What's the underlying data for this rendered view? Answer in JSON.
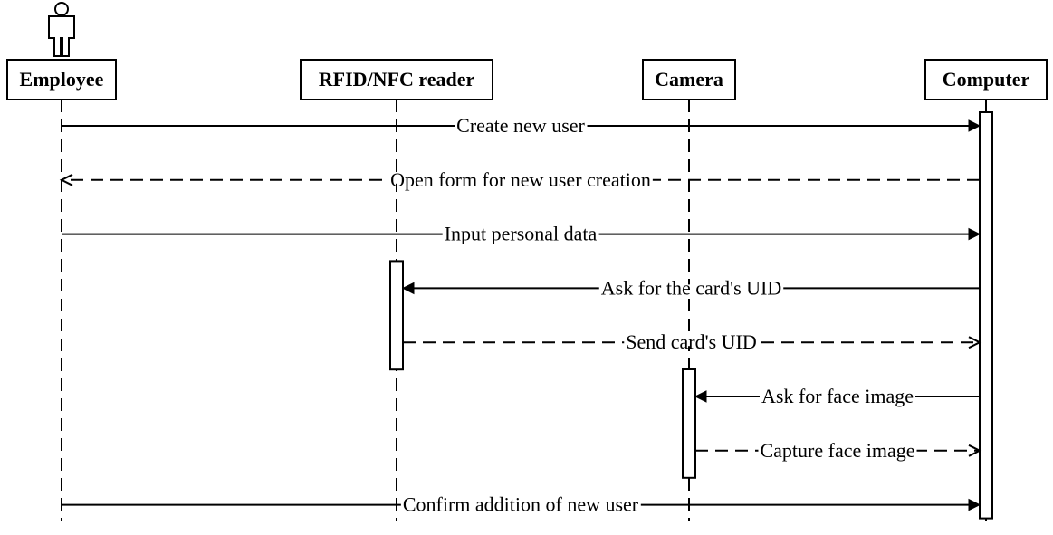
{
  "diagram": {
    "type": "sequence",
    "participants": [
      {
        "id": "employee",
        "label": "Employee",
        "kind": "actor"
      },
      {
        "id": "reader",
        "label": "RFID/NFC reader",
        "kind": "object"
      },
      {
        "id": "camera",
        "label": "Camera",
        "kind": "object"
      },
      {
        "id": "computer",
        "label": "Computer",
        "kind": "object"
      }
    ],
    "messages": [
      {
        "from": "employee",
        "to": "computer",
        "label": "Create new user",
        "style": "sync"
      },
      {
        "from": "computer",
        "to": "employee",
        "label": "Open form for new user creation",
        "style": "reply"
      },
      {
        "from": "employee",
        "to": "computer",
        "label": "Input personal data",
        "style": "sync"
      },
      {
        "from": "computer",
        "to": "reader",
        "label": "Ask for the card's UID",
        "style": "sync"
      },
      {
        "from": "reader",
        "to": "computer",
        "label": "Send card's UID",
        "style": "reply"
      },
      {
        "from": "computer",
        "to": "camera",
        "label": "Ask for face image",
        "style": "sync"
      },
      {
        "from": "camera",
        "to": "computer",
        "label": "Capture face image",
        "style": "reply"
      },
      {
        "from": "employee",
        "to": "computer",
        "label": "Confirm addition of new user",
        "style": "sync"
      }
    ],
    "activations": [
      {
        "participant": "computer",
        "from_message": 0,
        "to_message": 7
      },
      {
        "participant": "reader",
        "from_message": 3,
        "to_message": 4
      },
      {
        "participant": "camera",
        "from_message": 5,
        "to_message": 6
      }
    ]
  }
}
